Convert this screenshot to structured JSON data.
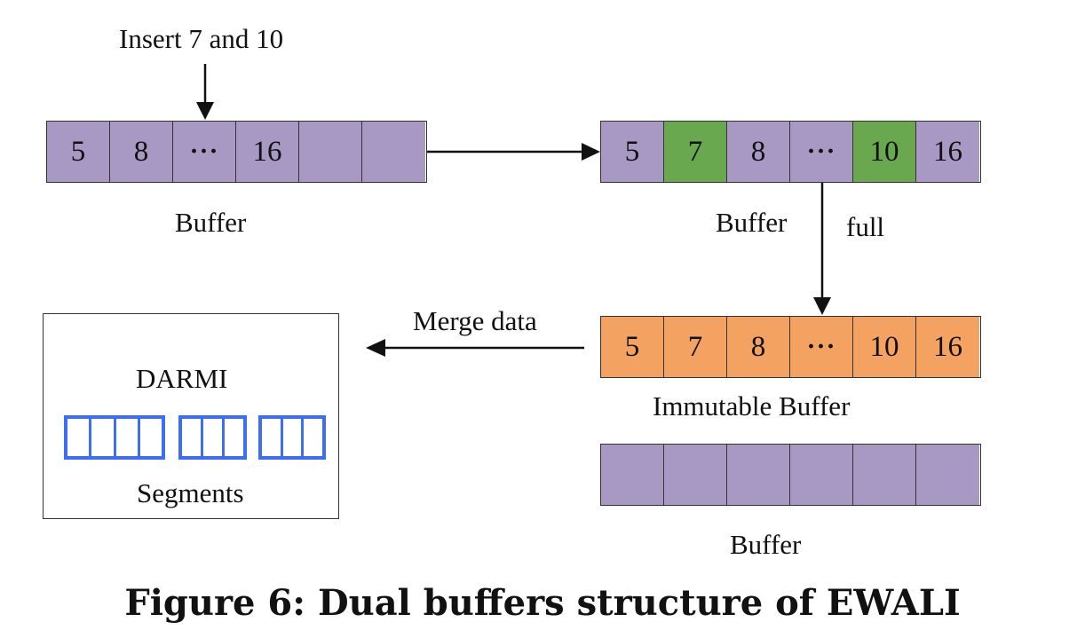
{
  "insert_label": "Insert 7 and 10",
  "buffer1": {
    "label": "Buffer",
    "cells": [
      "5",
      "8",
      "···",
      "16",
      "",
      ""
    ]
  },
  "buffer2": {
    "label": "Buffer",
    "cells": [
      "5",
      "7",
      "8",
      "···",
      "10",
      "16"
    ],
    "highlighted": [
      "7",
      "10"
    ]
  },
  "full_label": "full",
  "immutable_buffer": {
    "label": "Immutable Buffer",
    "cells": [
      "5",
      "7",
      "8",
      "···",
      "10",
      "16"
    ]
  },
  "buffer3": {
    "label": "Buffer",
    "cells": [
      "",
      "",
      "",
      "",
      "",
      ""
    ]
  },
  "merge_label": "Merge data",
  "darmi": {
    "title": "DARMI",
    "segments_label": "Segments"
  },
  "caption": "Figure 6: Dual buffers structure of EWALI",
  "colors": {
    "buffer": "#a898c4",
    "inserted": "#6aa84f",
    "immutable": "#f4a261",
    "segments": "#3b6ef5"
  }
}
